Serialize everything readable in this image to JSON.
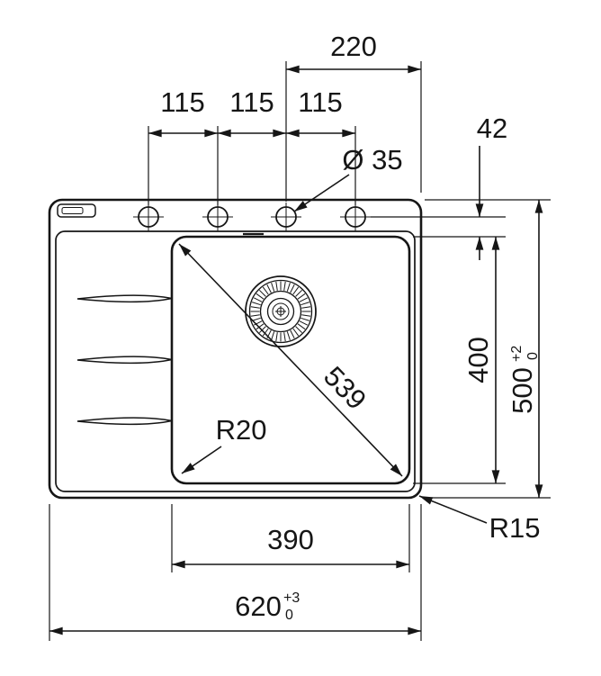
{
  "page": {
    "background": "#ffffff",
    "ink": "#161616"
  },
  "dimensions": {
    "holes_to_right_edge": {
      "label": "220"
    },
    "hole_pitch": {
      "labels": [
        "115",
        "115",
        "115"
      ]
    },
    "hole_diameter": {
      "label": "Ø 35"
    },
    "holes_to_bowl": {
      "label": "42"
    },
    "bowl_depth": {
      "label": "400"
    },
    "overall_depth": {
      "label": "500",
      "tolerance_upper": "+2",
      "tolerance_lower": "0"
    },
    "bowl_diagonal": {
      "label": "539"
    },
    "bowl_corner_radius": {
      "label": "R20"
    },
    "outer_corner_radius": {
      "label": "R15"
    },
    "bowl_width": {
      "label": "390"
    },
    "overall_width": {
      "label": "620",
      "tolerance_upper": "+3",
      "tolerance_lower": "0"
    }
  }
}
